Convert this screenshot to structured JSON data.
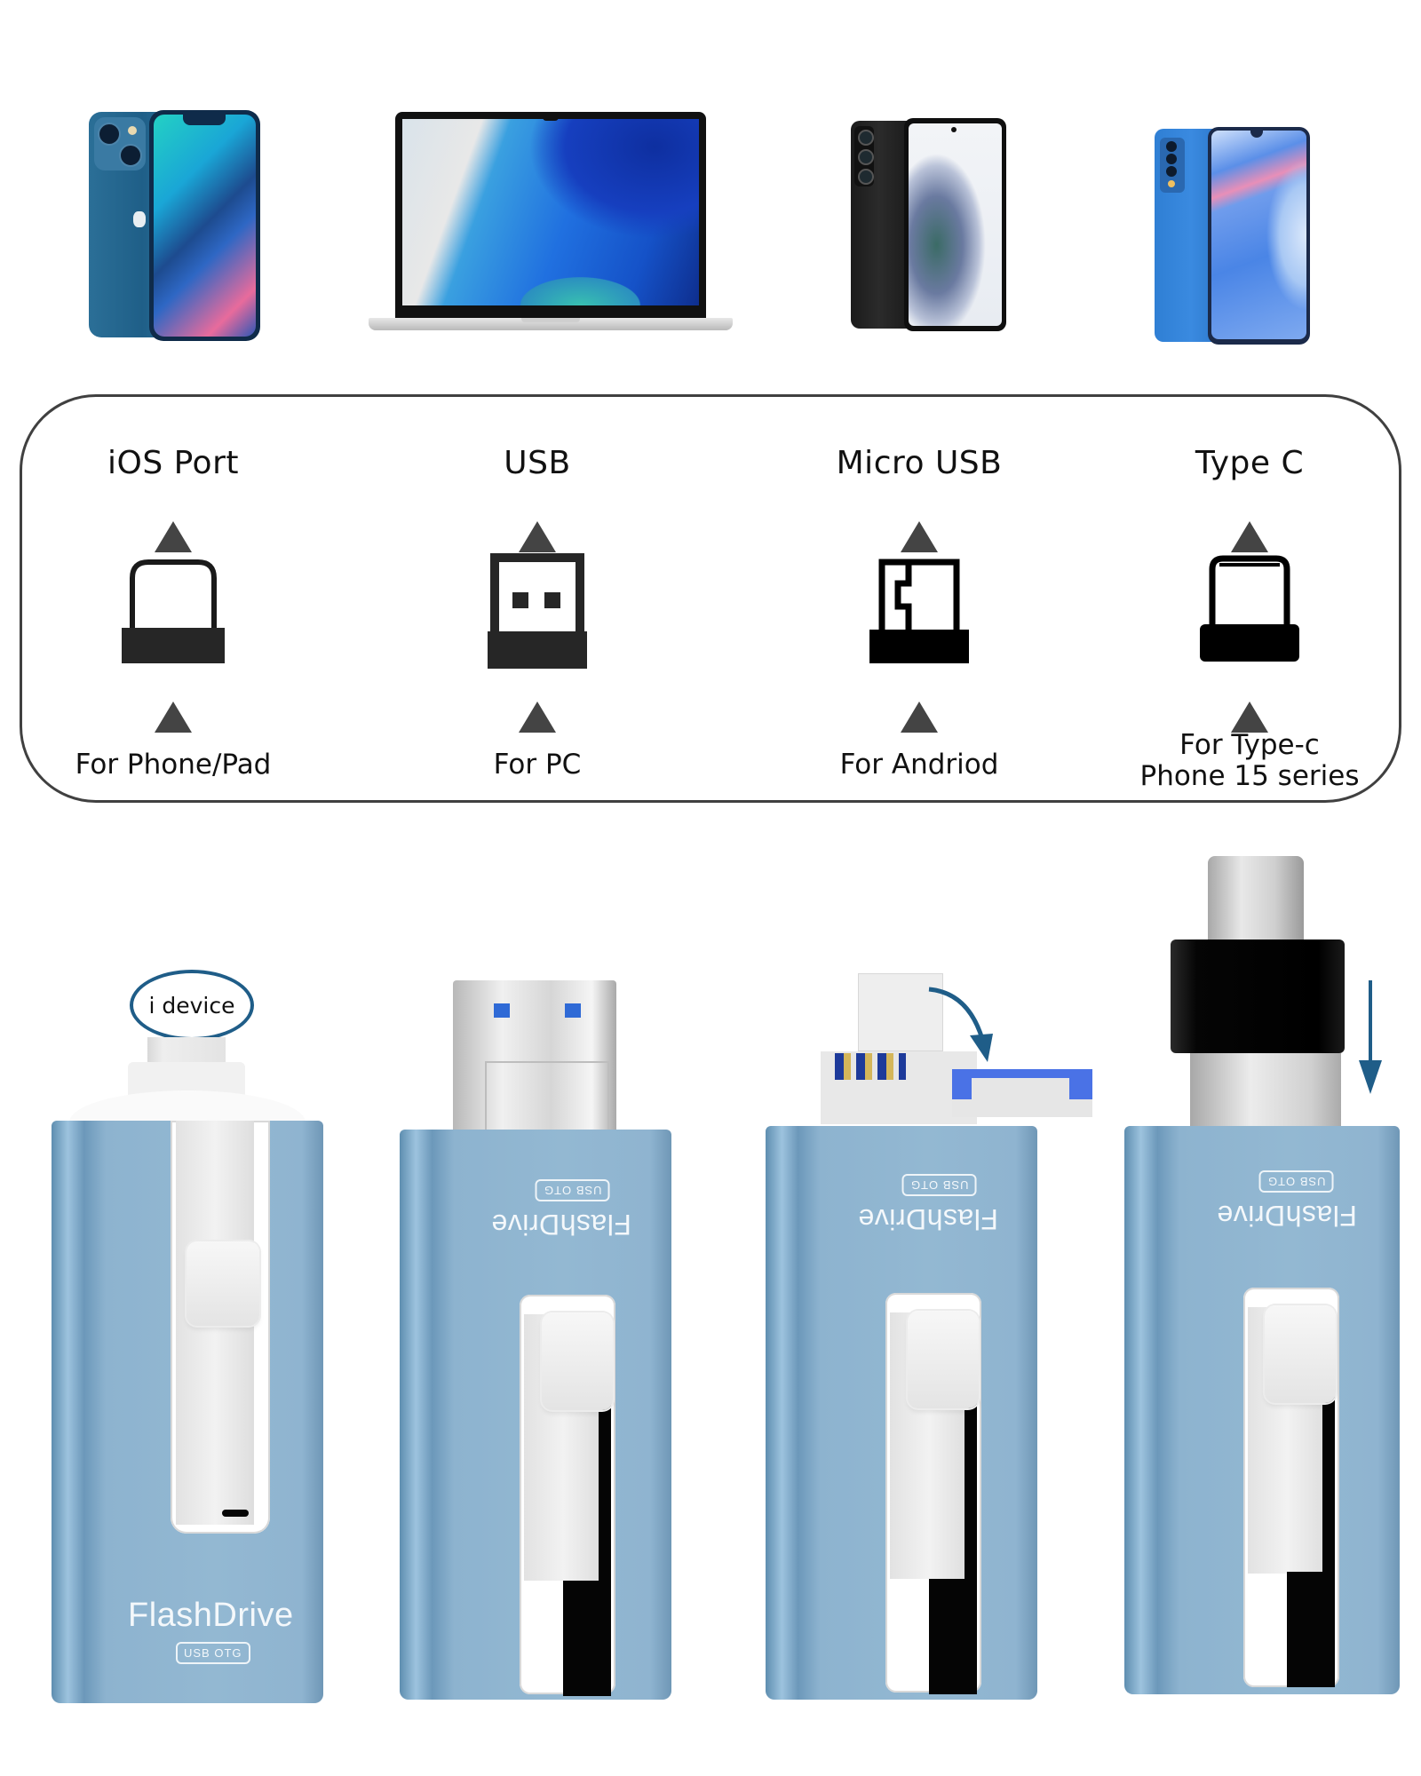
{
  "devices": [
    {
      "name": "iPhone",
      "color": "#1f5f88"
    },
    {
      "name": "MacBook laptop",
      "color": "#c8c8c8"
    },
    {
      "name": "Samsung Galaxy phone",
      "color": "#1b1b1b"
    },
    {
      "name": "Android phone (blue)",
      "color": "#3a8ae0"
    }
  ],
  "ports_panel": {
    "border_color": "#404040",
    "ports": [
      {
        "title": "iOS Port",
        "icon": "lightning-connector-icon",
        "subtitle": "For Phone/Pad"
      },
      {
        "title": "USB",
        "icon": "usb-a-connector-icon",
        "subtitle": "For PC"
      },
      {
        "title": "Micro USB",
        "icon": "micro-usb-connector-icon",
        "subtitle": "For Andriod"
      },
      {
        "title": "Type C",
        "icon": "usb-c-connector-icon",
        "subtitle_line1": "For Type-c",
        "subtitle_line2": "Phone 15 series"
      }
    ]
  },
  "drives": {
    "body_color": "#8fb4d0",
    "arrow_color": "#1f5d88",
    "label_idevice": "i device",
    "brand": "FlashDrive",
    "badge": "USB OTG",
    "items": [
      {
        "connector": "lightning",
        "label": "i device"
      },
      {
        "connector": "usb-a"
      },
      {
        "connector": "micro-usb",
        "annotation": "curved-arrow"
      },
      {
        "connector": "usb-c-adapter",
        "annotation": "down-arrow"
      }
    ]
  }
}
